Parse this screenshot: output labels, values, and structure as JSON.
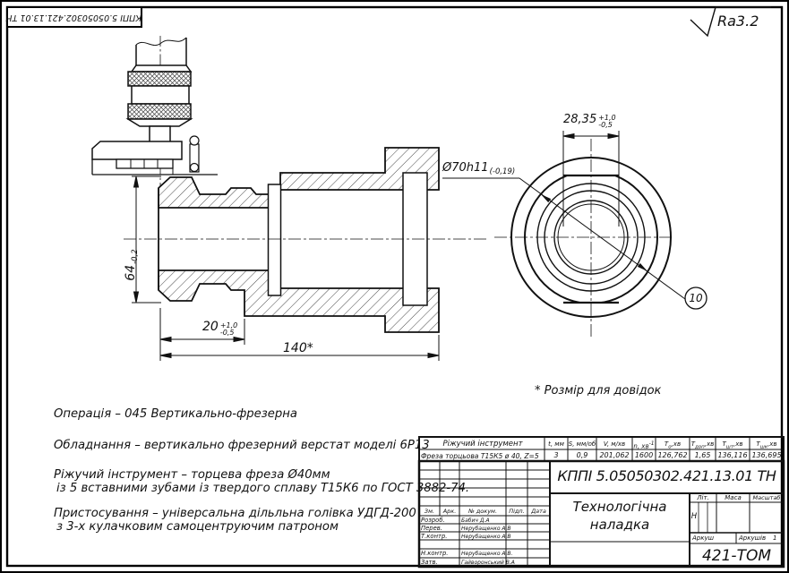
{
  "stamp_code": "КППІ 5.05050302.421.13.01 ТН",
  "roughness": "Ra3.2",
  "dims": {
    "d64": {
      "v": "64",
      "t": "-0,2"
    },
    "d20": {
      "v": "20",
      "tu": "+1,0",
      "td": "-0,5"
    },
    "d140": "140*",
    "d2835": {
      "v": "28,35",
      "tu": "+1,0",
      "td": "-0,5"
    },
    "d70": {
      "v": "Ø70h11",
      "t": "(-0,19)"
    },
    "balloon": "10",
    "ref_note": "* Розмір для довідок"
  },
  "notes": [
    "Операція – 045 Вертикально-фрезерна",
    "Обладнання – вертикально фрезерний верстат моделі 6Р13",
    "Ріжучий інструмент – торцева фреза Ø40мм",
    "із 5 вставними зубами із твердого сплаву Т15К6 по ГОСТ 3882-74.",
    "Пристосування – універсальна дільльна голівка УДГД-200",
    "з 3-х кулачковим самоцентруючим патроном"
  ],
  "tool_table": {
    "tool_header": "Ріжучий інструмент",
    "cols": [
      {
        "t": "t, мм"
      },
      {
        "t": "S, мм/об"
      },
      {
        "t": "V, м/хв"
      },
      {
        "base": "n, хв",
        "sup": "-1"
      },
      {
        "base": "T",
        "sub": "о",
        "unit": ",хв"
      },
      {
        "base": "T",
        "sub": "доп",
        "unit": ",хв"
      },
      {
        "base": "T",
        "sub": "шт",
        "unit": ",хв"
      },
      {
        "base": "T",
        "sub": "шк",
        "unit": ",хв"
      }
    ],
    "tool_name": "Фреза торцьова Т15К5 ø 40, Z=5",
    "values": [
      "3",
      "0,9",
      "201,062",
      "1600",
      "126,762",
      "1,65",
      "136,116",
      "136,695"
    ]
  },
  "title_block": {
    "designation": "КППІ 5.05050302.421.13.01 ТН",
    "title_line1": "Технологічна",
    "title_line2": "наладка",
    "lit_label": "Літ.",
    "lit_value": "Н",
    "mass_label": "Маса",
    "scale_label": "Масштаб",
    "sheet_label": "Аркуш",
    "sheets_label": "Аркушів",
    "sheets_value": "1",
    "group": "421-ТОМ",
    "cols": {
      "zm": "Зм.",
      "ark": "Арк.",
      "doc": "№ докум.",
      "sign": "Підп.",
      "date": "Дата"
    },
    "rows": [
      {
        "role": "Розроб.",
        "name": "Бабич Д.А"
      },
      {
        "role": "Перев.",
        "name": "Нерубащенко А.В"
      },
      {
        "role": "Т.контр.",
        "name": "Нерубащенко А.В"
      },
      {
        "role": "Н.контр.",
        "name": "Нерубащенко А.В."
      },
      {
        "role": "Затв.",
        "name": "Гайворонський В.А"
      }
    ]
  }
}
